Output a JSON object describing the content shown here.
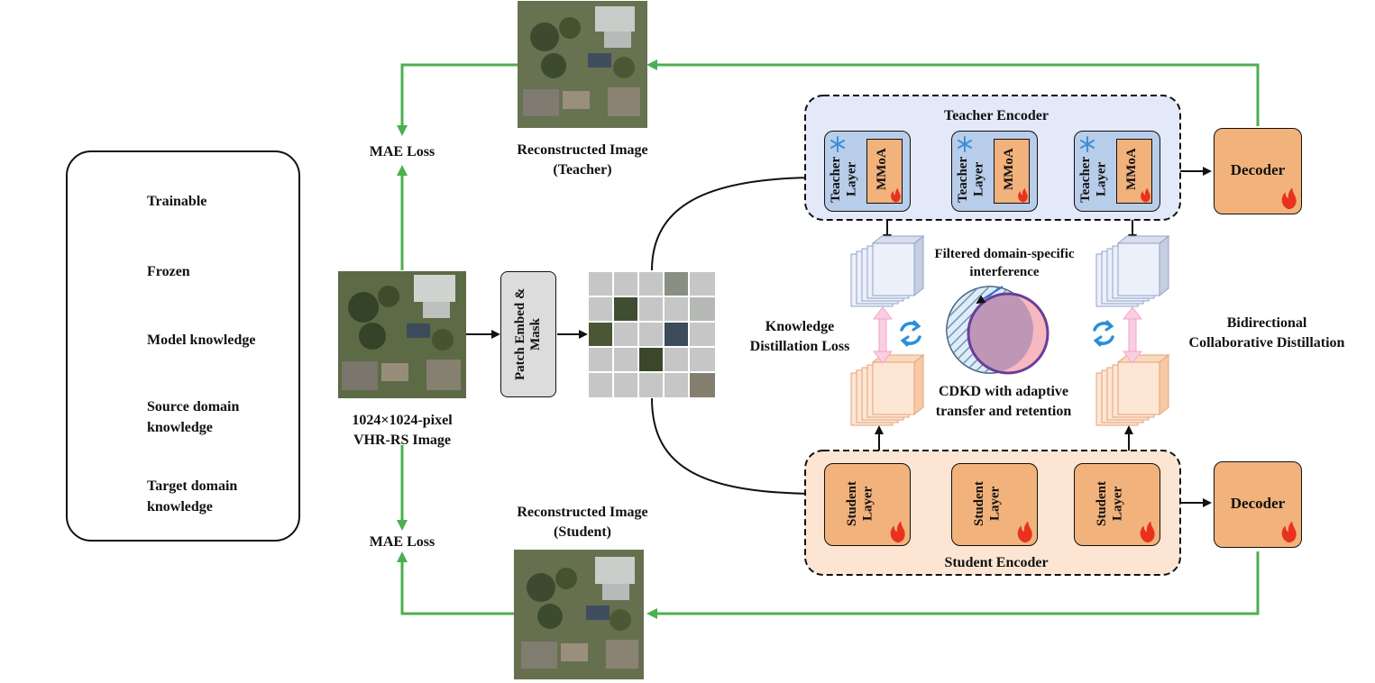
{
  "legend": {
    "trainable": "Trainable",
    "frozen": "Frozen",
    "model_knowledge": "Model knowledge",
    "source_knowledge": "Source domain\nknowledge",
    "target_knowledge": "Target domain\nknowledge"
  },
  "labels": {
    "mae_loss_top": "MAE Loss",
    "mae_loss_bottom": "MAE Loss",
    "recon_teacher": "Reconstructed Image\n(Teacher)",
    "recon_student": "Reconstructed Image\n(Student)",
    "input_image": "1024×1024-pixel\nVHR-RS Image",
    "patch_embed": "Patch Embed &\nMask",
    "teacher_encoder": "Teacher Encoder",
    "student_encoder": "Student Encoder",
    "teacher_layer": "Teacher\nLayer",
    "mmoa": "MMoA",
    "student_layer": "Student\nLayer",
    "decoder": "Decoder",
    "kd_loss": "Knowledge\nDistillation Loss",
    "filtered": "Filtered domain-specific\ninterference",
    "cdkd": "CDKD with adaptive\ntransfer and retention",
    "bidirectional": "Bidirectional\nCollaborative Distillation"
  },
  "colors": {
    "green_arrow": "#4caf50",
    "teacher_fill": "#b8cde9",
    "teacher_encoder_bg": "#e3e9f8",
    "student_fill": "#f2b27c",
    "student_encoder_bg": "#fce5d2",
    "source_knowledge": "#bfdcf2",
    "target_knowledge": "#f7b8c0",
    "model_knowledge": "#6a3d9a",
    "frozen": "#3a8fd8",
    "trainable": "#e8321e"
  },
  "icons": [
    "fire-icon",
    "snowflake-icon",
    "sync-icon"
  ]
}
